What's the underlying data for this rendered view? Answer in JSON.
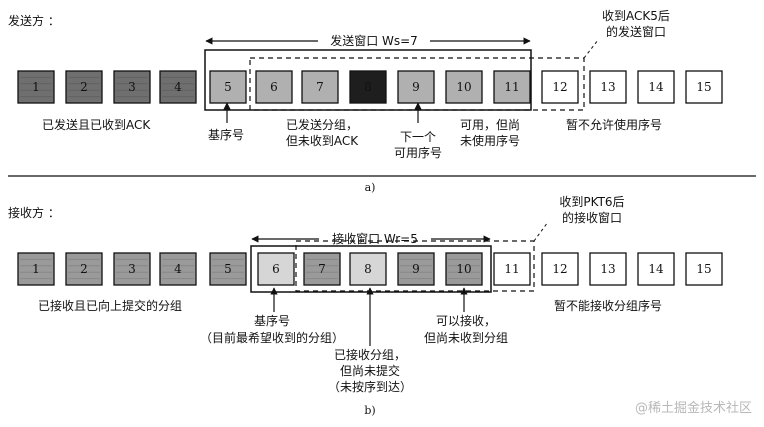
{
  "sender": {
    "title": "发送方 ：",
    "window_label": "发送窗口 Ws=7",
    "next_window_label": [
      "收到ACK5后",
      "的发送窗口"
    ],
    "packets": [
      {
        "n": "1",
        "style": "acked"
      },
      {
        "n": "2",
        "style": "acked"
      },
      {
        "n": "3",
        "style": "acked"
      },
      {
        "n": "4",
        "style": "acked"
      },
      {
        "n": "5",
        "style": "sent"
      },
      {
        "n": "6",
        "style": "sent"
      },
      {
        "n": "7",
        "style": "sent"
      },
      {
        "n": "8",
        "style": "dark"
      },
      {
        "n": "9",
        "style": "sent"
      },
      {
        "n": "10",
        "style": "sent"
      },
      {
        "n": "11",
        "style": "sent"
      },
      {
        "n": "12",
        "style": "empty"
      },
      {
        "n": "13",
        "style": "empty"
      },
      {
        "n": "14",
        "style": "empty"
      },
      {
        "n": "15",
        "style": "empty"
      }
    ],
    "labels": {
      "acked": "已发送且已收到ACK",
      "base": "基序号",
      "sent_unacked": [
        "已发送分组，",
        "但未收到ACK"
      ],
      "next_seq": [
        "下一个",
        "可用序号"
      ],
      "usable": [
        "可用，但尚",
        "未使用序号"
      ],
      "not_allowed": "暂不允许使用序号"
    },
    "caption": "a)"
  },
  "receiver": {
    "title": "接收方 ：",
    "window_label": "接收窗口 Wr=5",
    "next_window_label": [
      "收到PKT6后",
      "的接收窗口"
    ],
    "packets": [
      {
        "n": "1",
        "style": "gray"
      },
      {
        "n": "2",
        "style": "gray"
      },
      {
        "n": "3",
        "style": "gray"
      },
      {
        "n": "4",
        "style": "gray"
      },
      {
        "n": "5",
        "style": "gray"
      },
      {
        "n": "6",
        "style": "light"
      },
      {
        "n": "7",
        "style": "gray"
      },
      {
        "n": "8",
        "style": "light"
      },
      {
        "n": "9",
        "style": "gray"
      },
      {
        "n": "10",
        "style": "gray"
      },
      {
        "n": "11",
        "style": "empty"
      },
      {
        "n": "12",
        "style": "empty"
      },
      {
        "n": "13",
        "style": "empty"
      },
      {
        "n": "14",
        "style": "empty"
      },
      {
        "n": "15",
        "style": "empty"
      }
    ],
    "labels": {
      "delivered": "已接收且已向上提交的分组",
      "base": [
        "基序号",
        "（目前最希望收到的分组）"
      ],
      "received_buffered": [
        "已接收分组，",
        "但尚未提交",
        "（未按序到达）"
      ],
      "acceptable": [
        "可以接收，",
        "但尚未收到分组"
      ],
      "not_acceptable": "暂不能接收分组序号"
    },
    "caption": "b)"
  },
  "watermark": "@稀土掘金技术社区",
  "colors": {
    "line": "#111111",
    "acked_fill": "#6f6f6f",
    "sent_fill": "#b0b0b0",
    "dark_fill": "#1e1e1e",
    "gray_fill": "#9a9a9a",
    "light_fill": "#d6d6d6"
  }
}
